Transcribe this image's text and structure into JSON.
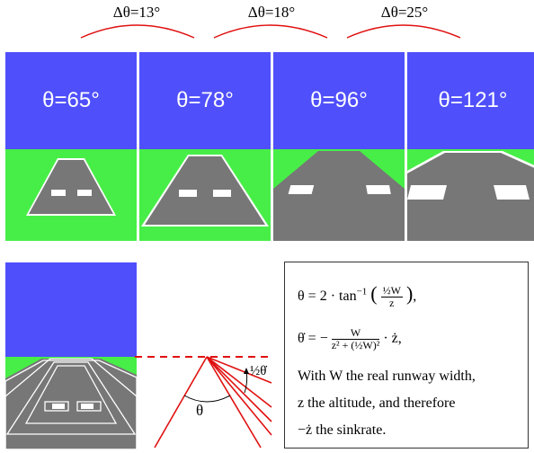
{
  "deltas": [
    "Δθ=13°",
    "Δθ=18°",
    "Δθ=25°"
  ],
  "colors": {
    "sky": "#4f4ffb",
    "ground": "#47ee47",
    "runway": "#777777",
    "arc": "#e01010",
    "dashed": "#e01010"
  },
  "panels": [
    {
      "theta": "θ=65°"
    },
    {
      "theta": "θ=78°"
    },
    {
      "theta": "θ=96°"
    },
    {
      "theta": "θ=121°"
    }
  ],
  "diagram": {
    "theta_label": "θ",
    "thetadot_prefix": "½",
    "thetadot_symbol": "θ̇"
  },
  "formula": {
    "line1_lhs": "θ = 2 · tan",
    "line1_sup": "−1",
    "line1_num": "½W",
    "line1_den": "z",
    "line1_end": ",",
    "line2_lhs": "θ̇ = −",
    "line2_num": "W",
    "line2_den": "z² + (½W)²",
    "line2_end": "· ż,",
    "line3": "With W the real runway width,",
    "line4": "z the altitude, and therefore",
    "line5": "−ż the sinkrate."
  }
}
